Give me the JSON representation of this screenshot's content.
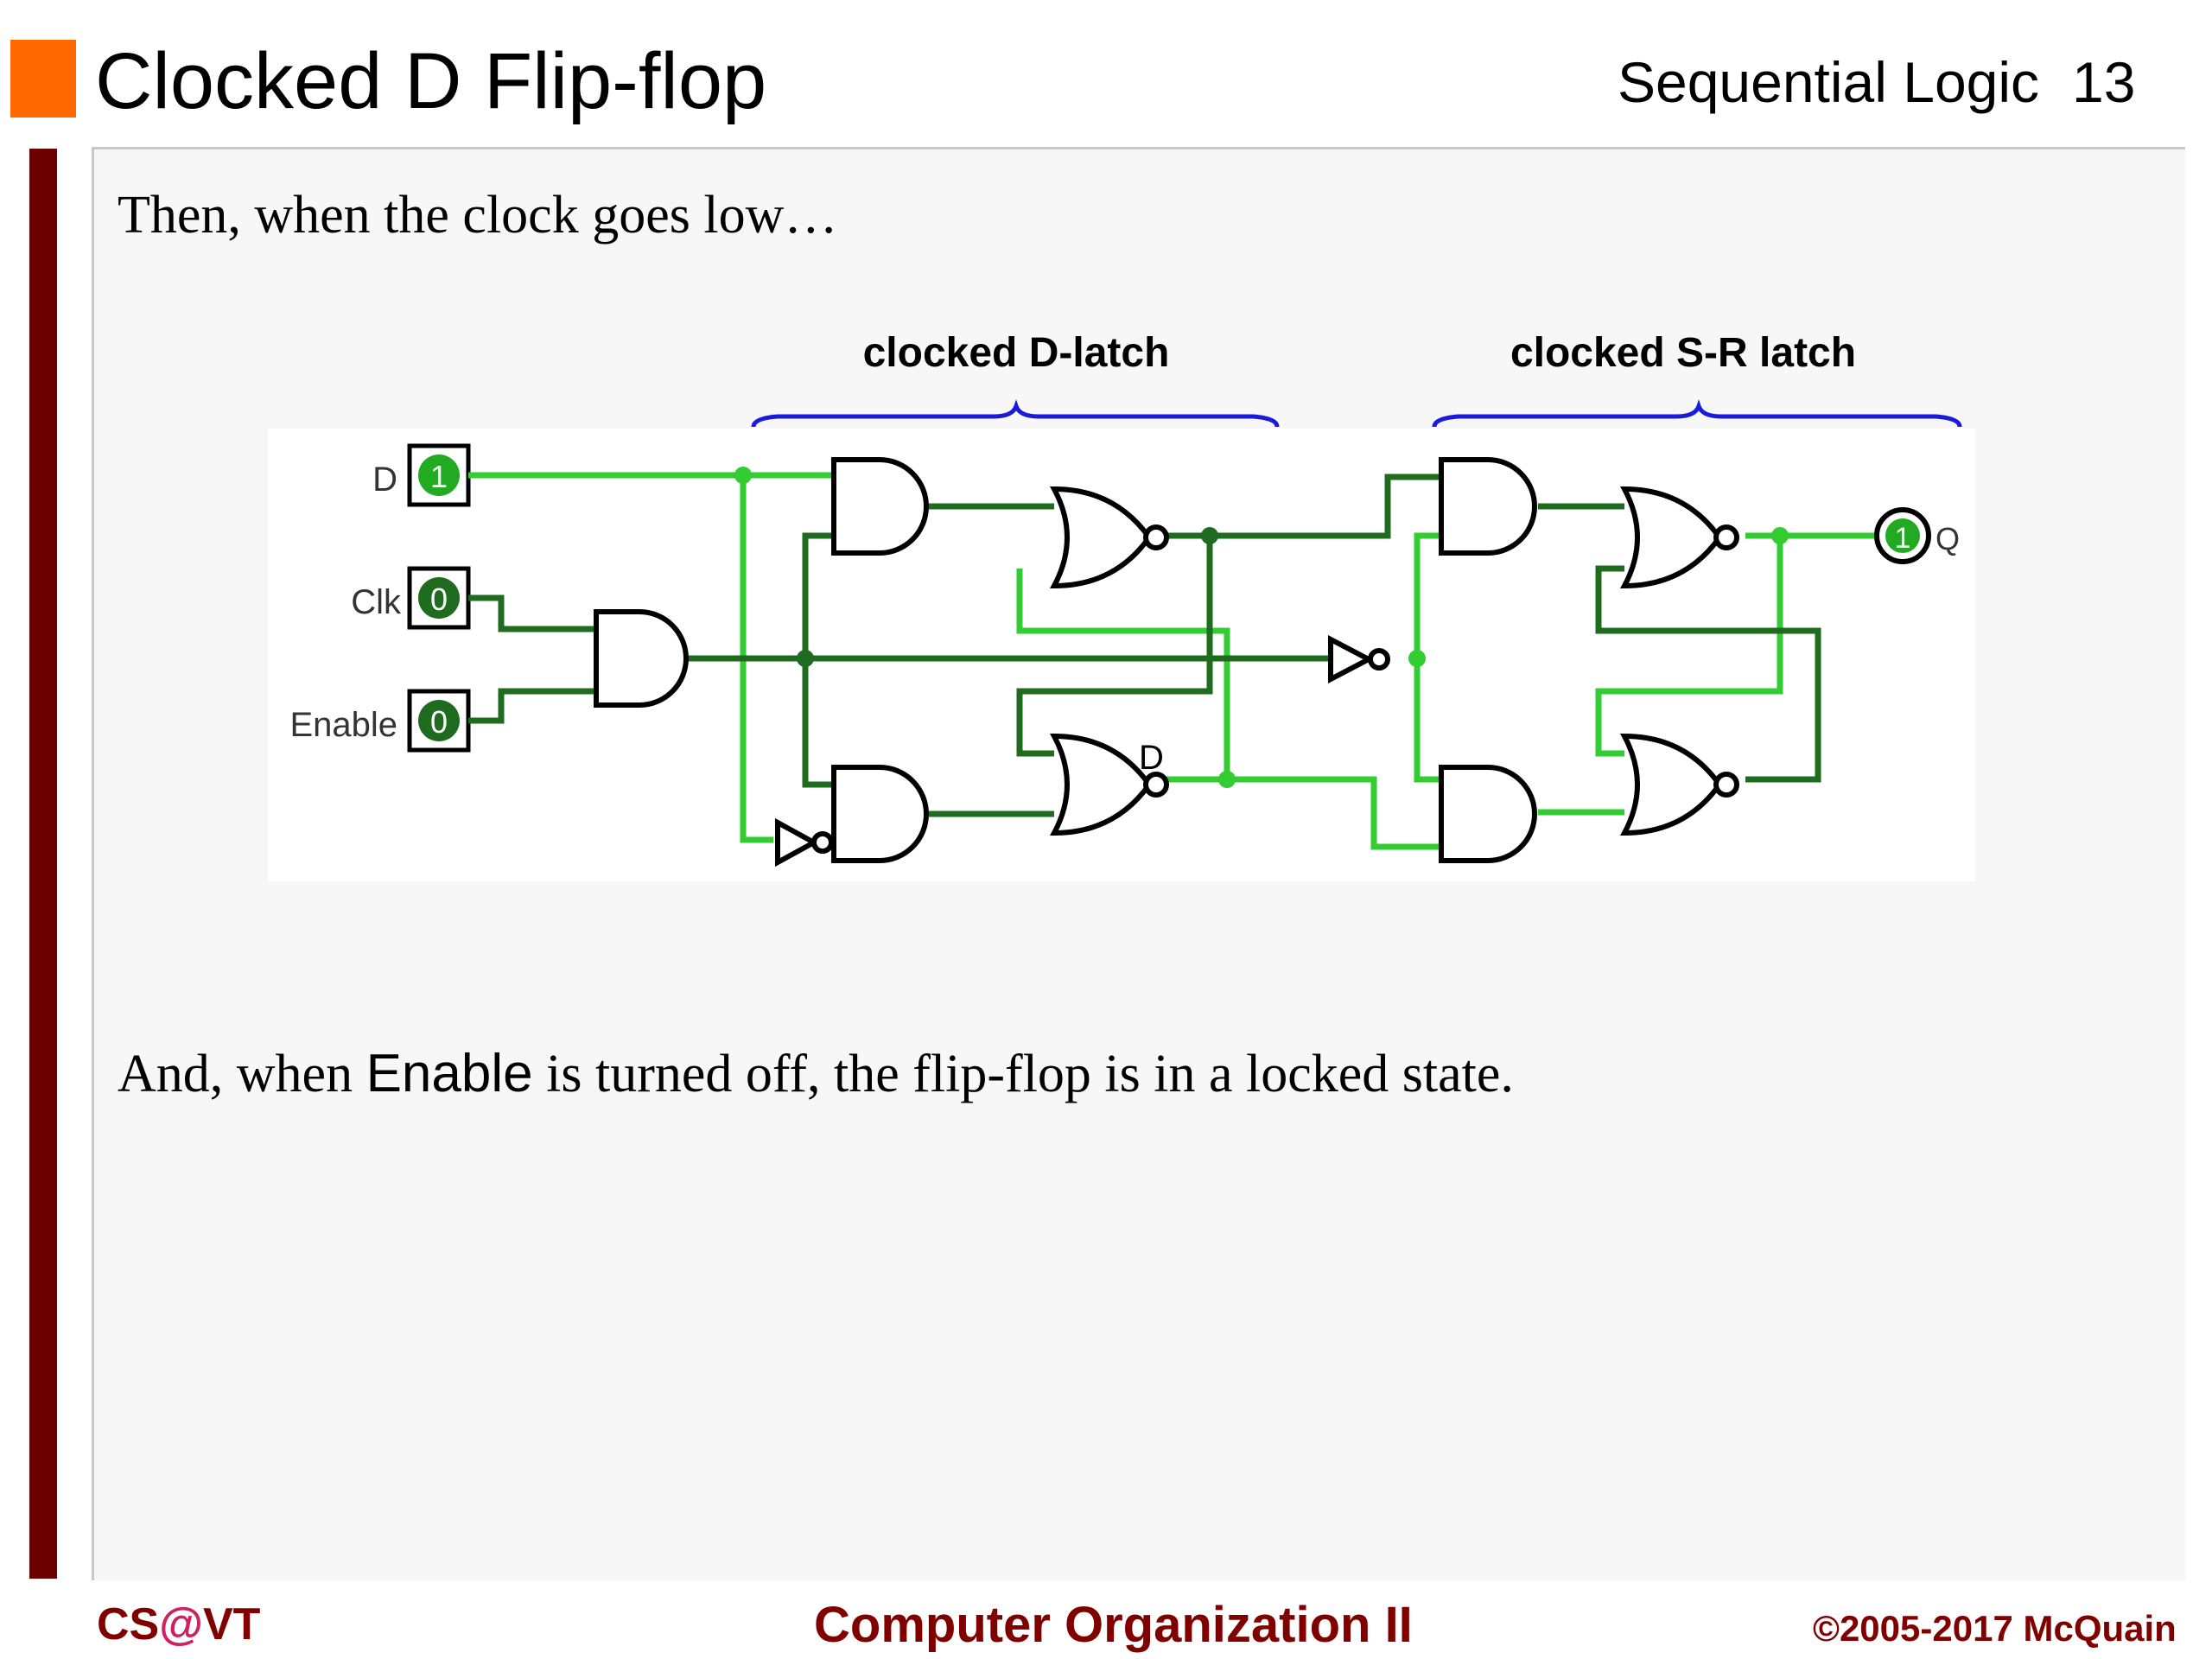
{
  "header": {
    "title": "Clocked D Flip-flop",
    "topic": "Sequential Logic",
    "page_number": "13"
  },
  "body": {
    "intro": "Then, when the clock goes low…",
    "outro_pre": "And, when ",
    "outro_keyword": "Enable",
    "outro_post": " is turned off, the flip-flop is in a locked state."
  },
  "circuit": {
    "section_labels": [
      "clocked D-latch",
      "clocked S-R latch"
    ],
    "inputs": [
      {
        "label": "D",
        "value": "1"
      },
      {
        "label": "Clk",
        "value": "0"
      },
      {
        "label": "Enable",
        "value": "0"
      }
    ],
    "output": {
      "label": "Q",
      "value": "1"
    },
    "gate_label": "D",
    "colors": {
      "wire_high": "#33cc33",
      "wire_low": "#1f6b1f",
      "brace": "#1a1adc"
    }
  },
  "footer": {
    "left_pre": "CS",
    "left_at": "@",
    "left_post": "VT",
    "center": "Computer Organization II",
    "right": "©2005-2017 McQuain"
  }
}
